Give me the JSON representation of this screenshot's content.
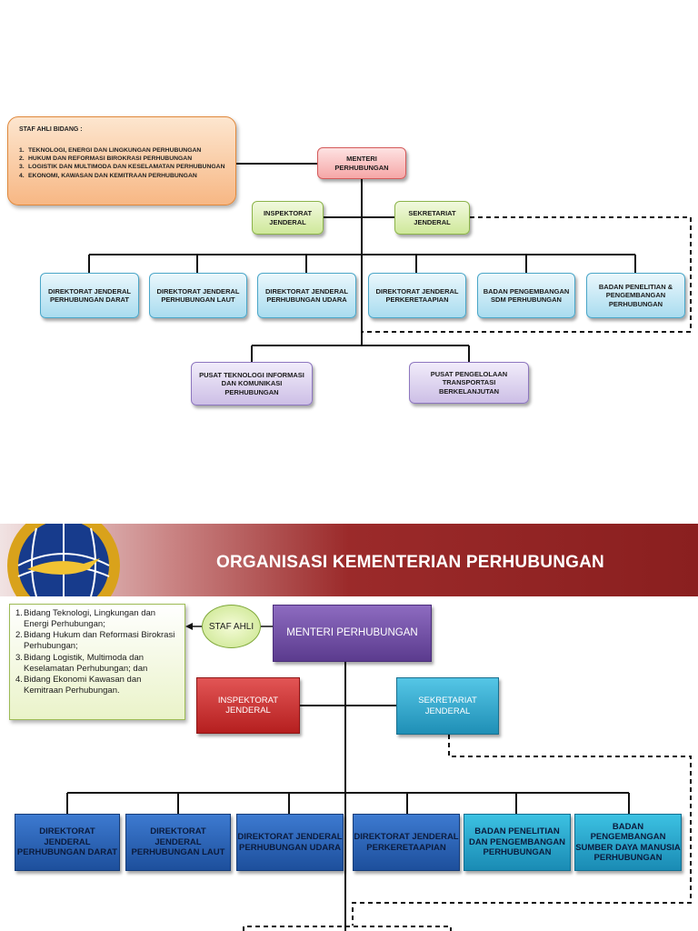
{
  "top_chart": {
    "staf_ahli": {
      "title": "STAF AHLI BIDANG :",
      "items": [
        {
          "num": "1.",
          "text": "TEKNOLOGI, ENERGI DAN LINGKUNGAN PERHUBUNGAN"
        },
        {
          "num": "2.",
          "text": "HUKUM DAN REFORMASI BIROKRASI PERHUBUNGAN"
        },
        {
          "num": "3.",
          "text": "LOGISTIK DAN MULTIMODA DAN KESELAMATAN PERHUBUNGAN"
        },
        {
          "num": "4.",
          "text": "EKONOMI, KAWASAN DAN KEMITRAAN PERHUBUNGAN"
        }
      ]
    },
    "menteri": "MENTERI PERHUBUNGAN",
    "inspektorat": "INSPEKTORAT JENDERAL",
    "sekretariat": "SEKRETARIAT JENDERAL",
    "units": [
      "DIREKTORAT JENDERAL PERHUBUNGAN DARAT",
      "DIREKTORAT JENDERAL PERHUBUNGAN LAUT",
      "DIREKTORAT JENDERAL PERHUBUNGAN UDARA",
      "DIREKTORAT JENDERAL PERKERETAAPIAN",
      "BADAN PENGEMBANGAN SDM PERHUBUNGAN",
      "BADAN PENELITIAN & PENGEMBANGAN PERHUBUNGAN"
    ],
    "pusat": [
      "PUSAT TEKNOLOGI INFORMASI DAN KOMUNIKASI PERHUBUNGAN",
      "PUSAT PENGELOLAAN TRANSPORTASI BERKELANJUTAN"
    ]
  },
  "slide": {
    "title": "ORGANISASI KEMENTERIAN PERHUBUNGAN",
    "staf_ahli_label": "STAF AHLI",
    "staf_list": [
      {
        "num": "1.",
        "text": "Bidang Teknologi, Lingkungan dan Energi Perhubungan;"
      },
      {
        "num": "2.",
        "text": "Bidang Hukum dan Reformasi Birokrasi Perhubungan;"
      },
      {
        "num": "3.",
        "text": "Bidang Logistik, Multimoda dan Keselamatan Perhubungan; dan"
      },
      {
        "num": "4.",
        "text": "Bidang Ekonomi Kawasan dan Kemitraan Perhubungan."
      }
    ],
    "menteri": "MENTERI PERHUBUNGAN",
    "inspektorat": "INSPEKTORAT JENDERAL",
    "sekretariat": "SEKRETARIAT JENDERAL",
    "units": [
      "DIREKTORAT JENDERAL PERHUBUNGAN DARAT",
      "DIREKTORAT JENDERAL PERHUBUNGAN LAUT",
      "DIREKTORAT JENDERAL PERHUBUNGAN UDARA",
      "DIREKTORAT JENDERAL PERKERETAAPIAN",
      "BADAN PENELITIAN DAN PENGEMBANGAN PERHUBUNGAN",
      "BADAN PENGEMBANGAN SUMBER DAYA MANUSIA PERHUBUNGAN"
    ]
  },
  "colors": {
    "banner_red": "#8a1f1f",
    "menteri_purple": "#5b3b8e",
    "inspektorat_red": "#b51f1f",
    "sekretariat_cyan": "#1f8fb6",
    "unit_blue": "#1d4f9c"
  }
}
